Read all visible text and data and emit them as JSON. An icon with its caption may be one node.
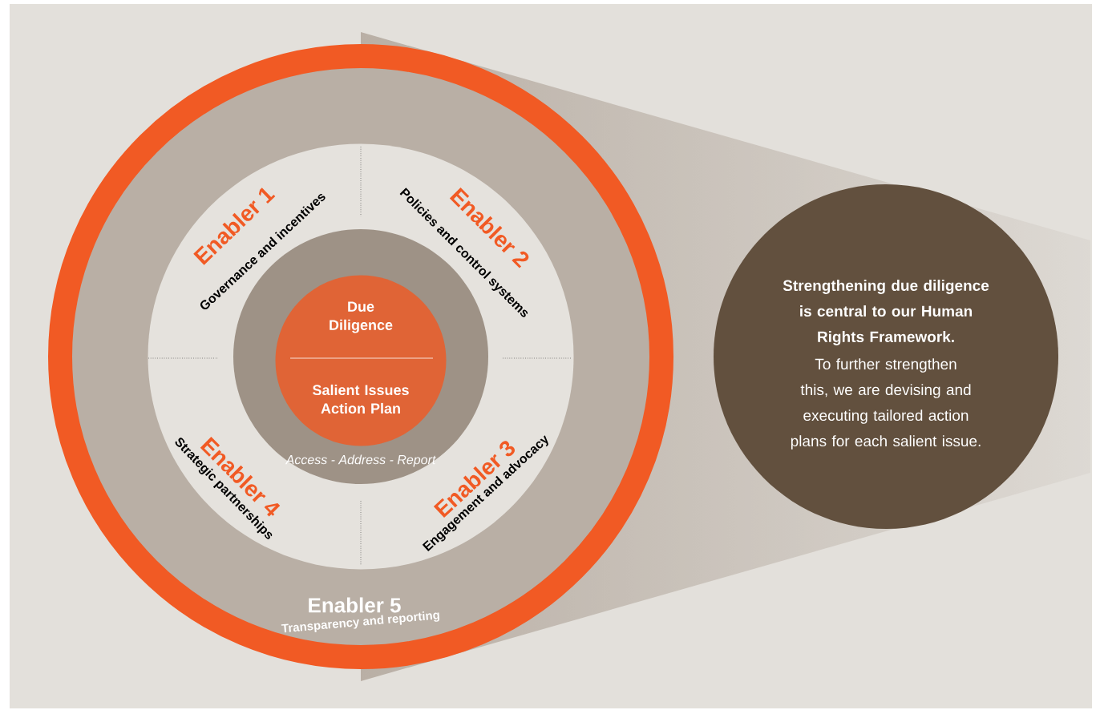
{
  "diagram": {
    "nodes": [
      {
        "text": [
          "Enabler 5",
          "Transparency and reporting"
        ]
      },
      {
        "text": [
          "Enabler 1",
          "Governance and incentives",
          "Enabler 2",
          "Policies and control systems",
          "Enabler 4",
          "Strategic partnerships",
          "Enabler 3",
          "Engagement and advocacy"
        ],
        "in": 0
      },
      {
        "text": [
          "Access - Address - Report"
        ],
        "in": 1
      },
      {
        "text": [
          "Due Diligence",
          "Salient Issues Action Plan"
        ],
        "in": 2
      },
      {
        "text": [
          "Strengthening due diligence is central to our Human Rights Framework.",
          "To further strengthen this, we are devising and executing tailored action plans for each salient issue."
        ]
      }
    ]
  }
}
